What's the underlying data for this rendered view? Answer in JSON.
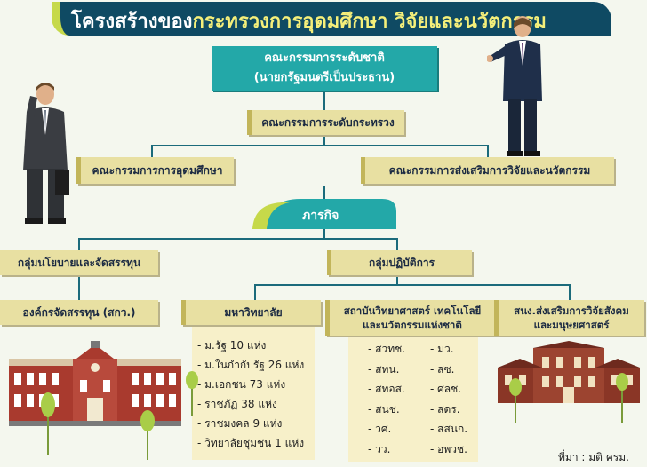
{
  "title": {
    "main": "โครงสร้างของ",
    "accent": "กระทรวงการอุดมศึกษา วิจัยและนวัตกรรม"
  },
  "national_committee": {
    "line1": "คณะกรรมการระดับชาติ",
    "line2": "(นายกรัฐมนตรีเป็นประธาน)"
  },
  "ministry_committee": "คณะกรรมการระดับกระทรวง",
  "higher_ed_committee": "คณะกรรมการการอุดมศึกษา",
  "research_committee": "คณะกรรมการส่งเสริมการวิจัยและนวัตกรรม",
  "mission": "ภารกิจ",
  "policy_group": "กลุ่มนโยบายและจัดสรรทุน",
  "operations_group": "กลุ่มปฏิบัติการ",
  "funding_agency": "องค์กรจัดสรรทุน (สกว.)",
  "universities": {
    "title": "มหาวิทยาลัย",
    "items": [
      "- ม.รัฐ 10 แห่ง",
      "- ม.ในกำกับรัฐ 26 แห่ง",
      "- ม.เอกชน 73 แห่ง",
      "- ราชภัฏ 38 แห่ง",
      "- ราชมงคล 9 แห่ง",
      "- วิทยาลัยชุมชน 1 แห่ง"
    ]
  },
  "institutes": {
    "title_line1": "สถาบันวิทยาศาสตร์ เทคโนโลยี",
    "title_line2": "และนวัตกรรมแห่งชาติ",
    "col1": [
      "- สวทช.",
      "- สทน.",
      "- สทอส.",
      "- สนช.",
      "- วศ.",
      "- วว."
    ],
    "col2": [
      "- มว.",
      "- สซ.",
      "- ศลช.",
      "- สดร.",
      "- สสนก.",
      "- อพวช."
    ]
  },
  "social_research": {
    "line1": "สนง.ส่งเสริมการวิจัยสังคม",
    "line2": "และมนุษยศาสตร์"
  },
  "source": "ที่มา : มติ ครม."
}
